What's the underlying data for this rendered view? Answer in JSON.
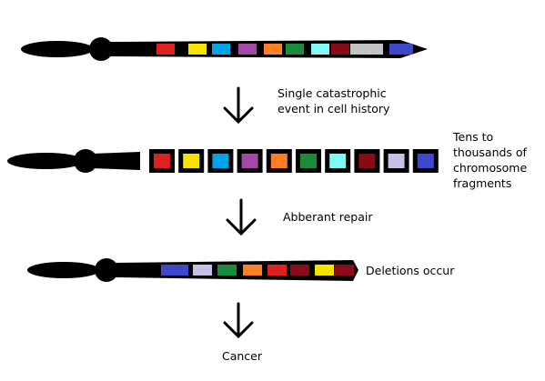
{
  "labels": {
    "event": "Single catastrophic\nevent in cell history",
    "fragments": "Tens to\nthousands of\nchromosome\nfragments",
    "repair": "Abberant repair",
    "deletions": "Deletions occur",
    "cancer": "Cancer"
  },
  "stages": [
    {
      "name": "intact-chromosome",
      "bands": [
        "#e02020",
        "#f5e400",
        "#00a2e8",
        "#a349a4",
        "#ff7f27",
        "#1a8a3c",
        "#7ffbf4",
        "#8b0a1a",
        "#c3c3c3",
        "#3f48cc"
      ]
    },
    {
      "name": "shattered-chromosome",
      "fragments": [
        "#e02020",
        "#f5e400",
        "#00a2e8",
        "#a349a4",
        "#ff7f27",
        "#1a8a3c",
        "#7ffbf4",
        "#8b0a1a",
        "#c8bfe7",
        "#3f48cc"
      ]
    },
    {
      "name": "rearranged-chromosome",
      "bands": [
        "#3f48cc",
        "#c8bfe7",
        "#1a8a3c",
        "#ff7f27",
        "#e02020",
        "#8b0a1a",
        "#f5e400",
        "#8b0a1a"
      ]
    }
  ],
  "colors": {
    "chromosome": "#000000",
    "outline": "#000000",
    "background": "#ffffff"
  }
}
